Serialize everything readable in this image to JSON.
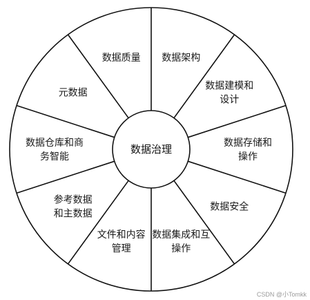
{
  "diagram": {
    "center_label": "数据治理",
    "segments": [
      {
        "lines": [
          "数据架构"
        ]
      },
      {
        "lines": [
          "数据建模和",
          "设计"
        ]
      },
      {
        "lines": [
          "数据存储和",
          "操作"
        ]
      },
      {
        "lines": [
          "数据安全"
        ]
      },
      {
        "lines": [
          "数据集成和互",
          "操作"
        ]
      },
      {
        "lines": [
          "文件和内容",
          "管理"
        ]
      },
      {
        "lines": [
          "参考数据",
          "和主数据"
        ]
      },
      {
        "lines": [
          "数据仓库和商",
          "务智能"
        ]
      },
      {
        "lines": [
          "元数据"
        ]
      },
      {
        "lines": [
          "数据质量"
        ]
      }
    ]
  },
  "watermark": "CSDN @小Tomkk"
}
